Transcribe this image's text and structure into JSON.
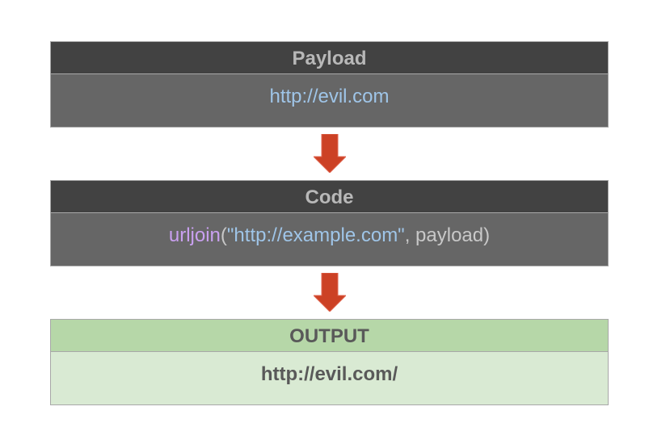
{
  "payload": {
    "title": "Payload",
    "value": "http://evil.com"
  },
  "code": {
    "title": "Code",
    "func": "urljoin",
    "open": "(",
    "arg1": "\"http://example.com\"",
    "sep": ", payload)"
  },
  "output": {
    "title": "OUTPUT",
    "value": "http://evil.com/"
  },
  "colors": {
    "arrow": "#cc4125",
    "string": "#9fc5e8",
    "func": "#c9a0f0"
  }
}
